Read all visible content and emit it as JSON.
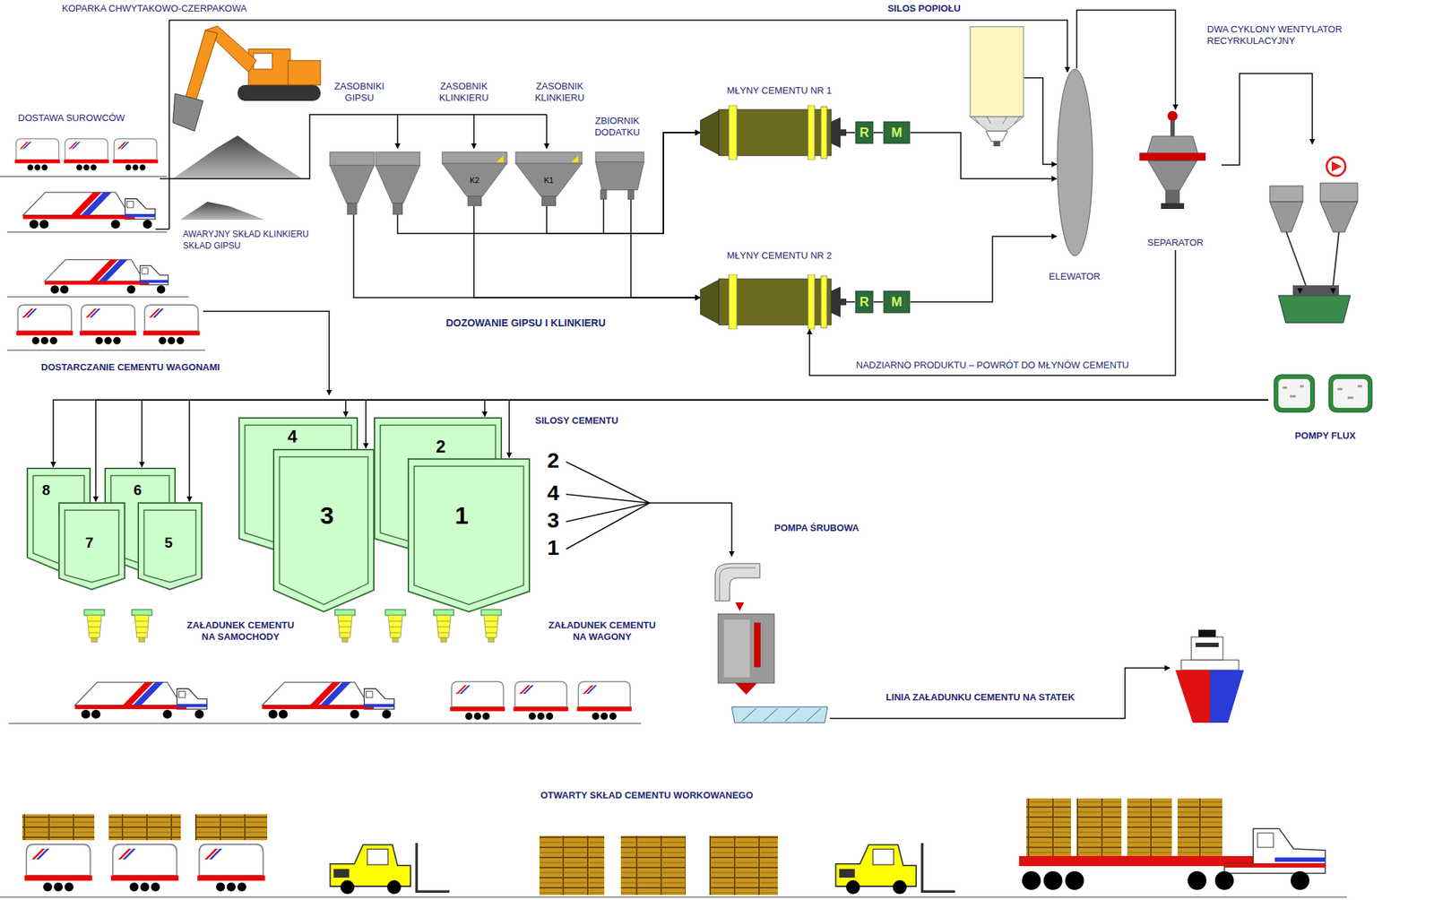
{
  "diagram": {
    "nodes": [
      {
        "text": [
          "ZASOBNIKI GIPSU"
        ]
      },
      {
        "text": [
          "ZASOBNIK KLINKIERU",
          "K2"
        ]
      },
      {
        "text": [
          "ZASOBNIK KLINKIERU",
          "K1"
        ]
      },
      {
        "text": [
          "ZBIORNIK DODATKU"
        ]
      },
      {
        "text": [
          "MŁYNY CEMENTU NR 1"
        ]
      },
      {
        "text": [
          "R"
        ]
      },
      {
        "text": [
          "M"
        ]
      },
      {
        "text": [
          "MŁYNY CEMENTU NR 2"
        ]
      },
      {
        "text": [
          "R"
        ]
      },
      {
        "text": [
          "M"
        ]
      },
      {
        "text": [
          "SILOS POPIOŁU"
        ]
      },
      {
        "text": [
          "ELEWATOR"
        ]
      },
      {
        "text": [
          "SEPARATOR"
        ]
      },
      {
        "text": [
          "DWA CYKLONY WENTYLATOR RECYRKULACYJNY"
        ]
      },
      {
        "text": [
          "POMPY FLUX"
        ]
      },
      {
        "text": [
          "8"
        ]
      },
      {
        "text": [
          "6"
        ]
      },
      {
        "text": [
          "7"
        ]
      },
      {
        "text": [
          "5"
        ]
      },
      {
        "text": [
          "4"
        ]
      },
      {
        "text": [
          "2"
        ]
      },
      {
        "text": [
          "3"
        ]
      },
      {
        "text": [
          "1"
        ]
      },
      {
        "text": [
          "POMPA ŚRUBOWA"
        ]
      }
    ],
    "edges": [
      {
        "from": 0,
        "to": 7,
        "arrow": "to"
      },
      {
        "from": 0,
        "to": 4,
        "arrow": "to"
      },
      {
        "from": 1,
        "to": 7,
        "arrow": "to"
      },
      {
        "from": 2,
        "to": 4,
        "arrow": "to"
      },
      {
        "from": 3,
        "to": 4,
        "arrow": "to"
      },
      {
        "from": 3,
        "to": 7,
        "arrow": "to"
      },
      {
        "from": 4,
        "to": 5,
        "arrow": "none"
      },
      {
        "from": 5,
        "to": 6,
        "arrow": "none"
      },
      {
        "from": 7,
        "to": 8,
        "arrow": "none"
      },
      {
        "from": 8,
        "to": 9,
        "arrow": "none"
      },
      {
        "from": 6,
        "to": 11,
        "arrow": "to"
      },
      {
        "from": 9,
        "to": 11,
        "arrow": "to"
      },
      {
        "from": 10,
        "to": 11,
        "arrow": "to"
      },
      {
        "from": 11,
        "to": 12,
        "arrow": "to"
      },
      {
        "from": 12,
        "to": 13,
        "arrow": "to"
      },
      {
        "from": 12,
        "to": 7,
        "label": "NADZIARNO PRODUKTU – POWRÓT DO MŁYNÓW CEMENTU",
        "arrow": "to"
      },
      {
        "from": 14,
        "to": 15,
        "arrow": "to"
      },
      {
        "from": 14,
        "to": 16,
        "arrow": "to"
      },
      {
        "from": 14,
        "to": 17,
        "arrow": "to"
      },
      {
        "from": 14,
        "to": 18,
        "arrow": "to"
      },
      {
        "from": 14,
        "to": 19,
        "arrow": "to"
      },
      {
        "from": 14,
        "to": 20,
        "arrow": "to"
      },
      {
        "from": 14,
        "to": 21,
        "arrow": "to"
      },
      {
        "from": 14,
        "to": 22,
        "arrow": "to"
      }
    ],
    "labels": [
      "KOPARKA CHWYTAKOWO-CZERPAKOWA",
      "DOSTAWA SUROWCÓW",
      "AWARYJNY SKŁAD KLINKIERU",
      "SKŁAD GIPSU",
      "DOSTARCZANIE CEMENTU WAGONAMI",
      "DOZOWANIE GIPSU I KLINKIERU",
      "SILOSY CEMENTU",
      "2",
      "4",
      "3",
      "1",
      "ZAŁADUNEK CEMENTU NA SAMOCHODY",
      "ZAŁADUNEK CEMENTU NA WAGONY",
      "LINIA ZAŁADUNKU CEMENTU NA STATEK",
      "OTWARTY SKŁAD CEMENTU WORKOWANEGO"
    ]
  }
}
